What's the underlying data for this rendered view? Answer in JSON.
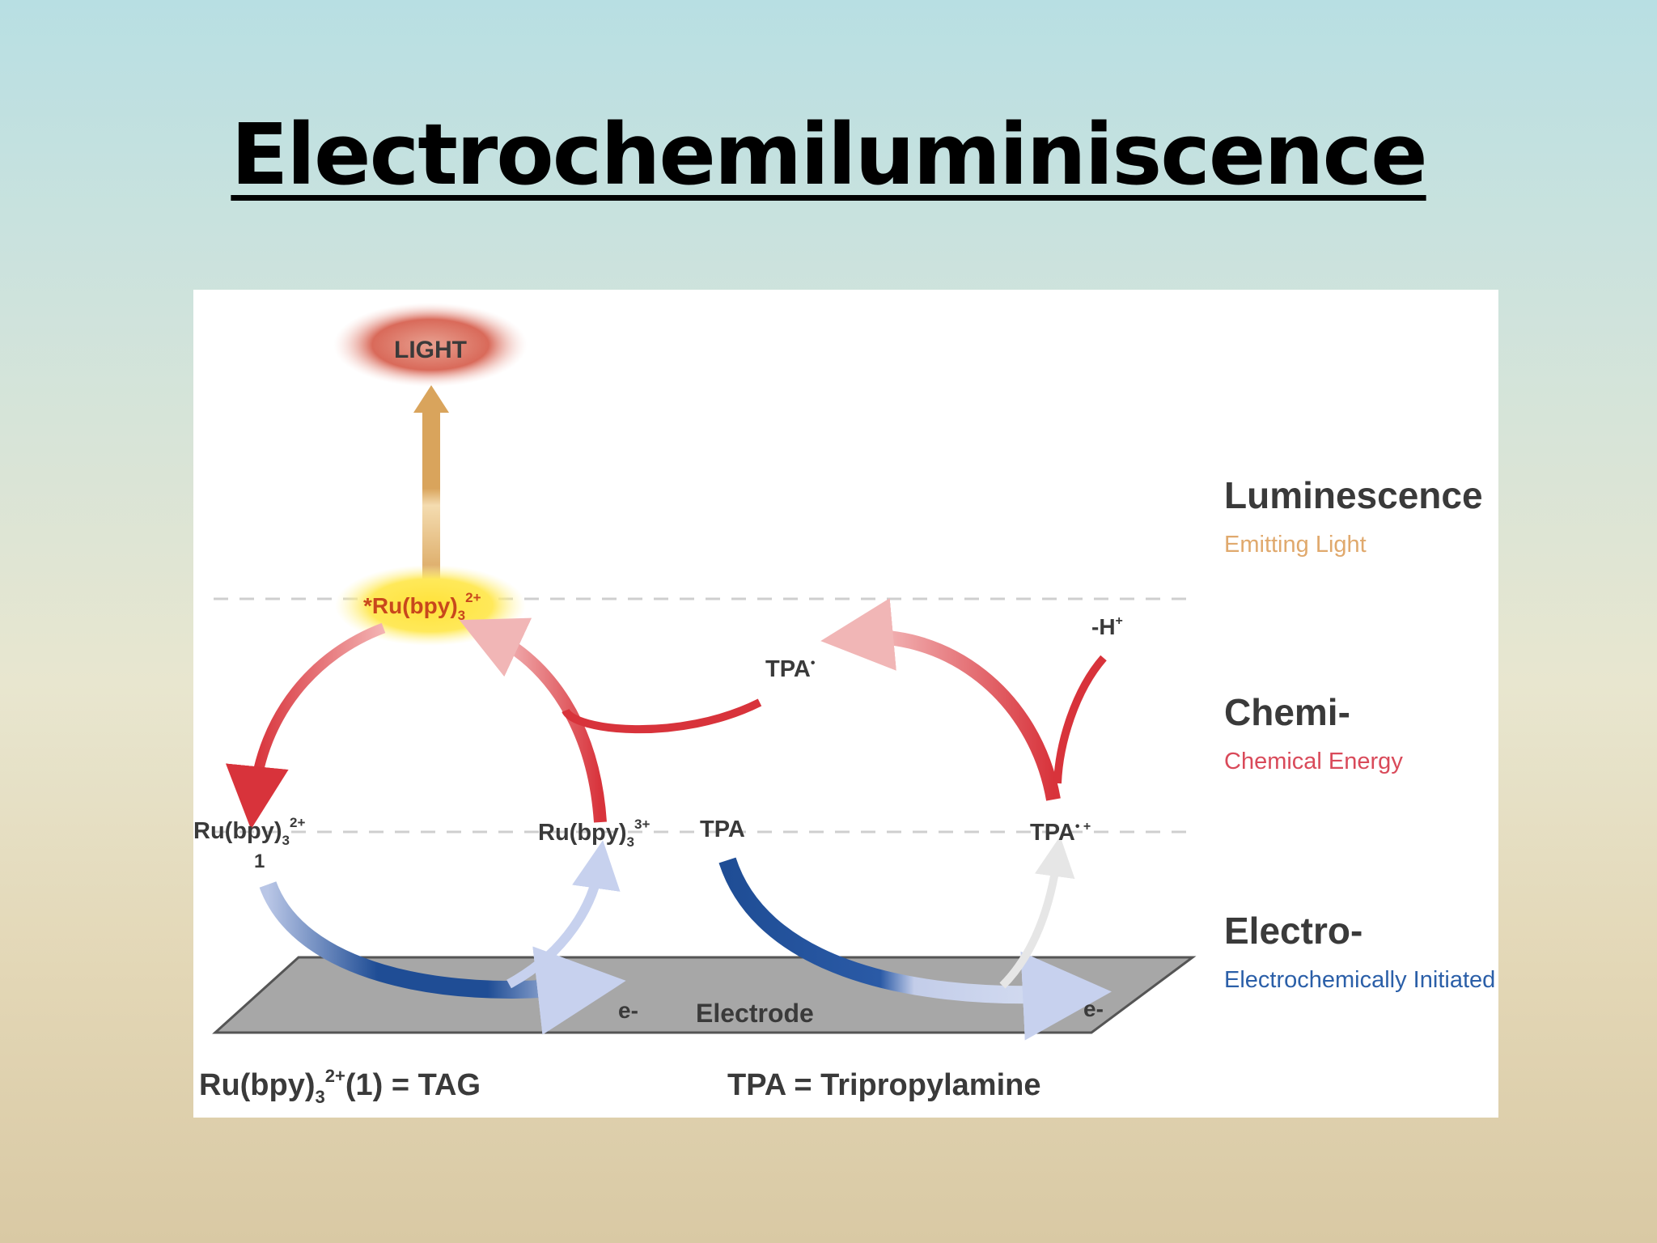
{
  "title": "Electrochemiluminiscence",
  "diagram": {
    "light": "LIGHT",
    "excited_state": {
      "main": "*Ru(bpy)",
      "sub": "3",
      "sup": "2+"
    },
    "ru2": {
      "main": "Ru(bpy)",
      "sub": "3",
      "sup": "2+",
      "note": "1"
    },
    "ru3": {
      "main": "Ru(bpy)",
      "sub": "3",
      "sup": "3+"
    },
    "tpa": "TPA",
    "tpa_radical": {
      "main": "TPA",
      "sup": "•"
    },
    "tpa_cation": {
      "main": "TPA",
      "sup": "• +"
    },
    "minus_h": {
      "main": "-H",
      "sup": "+"
    },
    "electron_left": "e-",
    "electron_right": "e-",
    "electrode": "Electrode",
    "legend_tag": {
      "main": "Ru(bpy)",
      "sub": "3",
      "sup": "2+",
      "tail": "(1) =  TAG"
    },
    "legend_tpa": "TPA = Tripropylamine",
    "levels": [
      {
        "heading": "Luminescence",
        "sub": "Emitting Light",
        "color": "#e0a96d"
      },
      {
        "heading": "Chemi-",
        "sub": "Chemical Energy",
        "color": "#d94a5a"
      },
      {
        "heading": "Electro-",
        "sub": "Electrochemically Initiated",
        "color": "#2b5fa8"
      }
    ]
  }
}
